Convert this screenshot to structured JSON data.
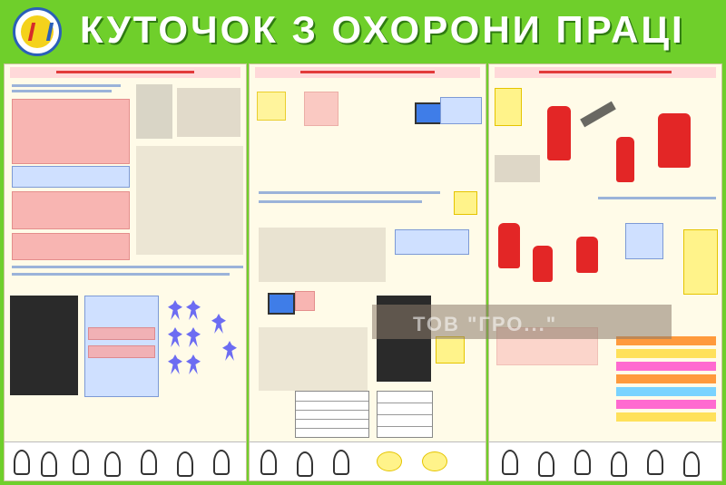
{
  "header": {
    "title": "КУТОЧОК З ОХОРОНИ ПРАЦІ",
    "logo_icon": "safety-emblem-icon"
  },
  "watermark": {
    "text": "ТОВ \"ГРО...\""
  },
  "colors": {
    "background": "#6fcf2b",
    "title": "#ffffff",
    "accent_red": "#e32626",
    "accent_blue": "#3f7de8"
  },
  "panels": [
    {
      "name": "panel-left"
    },
    {
      "name": "panel-center"
    },
    {
      "name": "panel-right"
    }
  ]
}
